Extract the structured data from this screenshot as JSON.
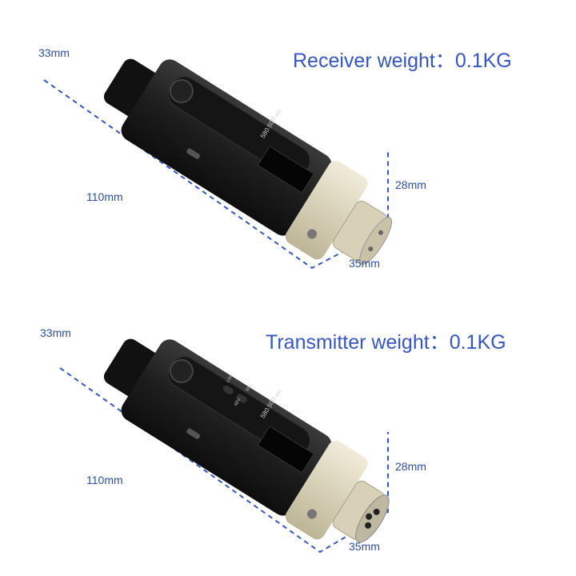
{
  "receiver": {
    "weight_label": "Receiver weight：0.1KG",
    "depth": "33mm",
    "length": "110mm",
    "height": "28mm",
    "width": "35mm",
    "display_frequency": "580.500",
    "display_unit": "MHz"
  },
  "transmitter": {
    "weight_label": "Transmitter weight：0.1KG",
    "depth": "33mm",
    "length": "110mm",
    "height": "28mm",
    "width": "35mm",
    "display_frequency": "580.500",
    "display_unit": "MHz",
    "switch_labels": [
      "Line",
      "Mic",
      "48V"
    ]
  },
  "colors": {
    "dimension_text": "#2b4fa8",
    "weight_text": "#3556c4",
    "body": "#1c1c1c",
    "cap": "#d9d2b8"
  }
}
